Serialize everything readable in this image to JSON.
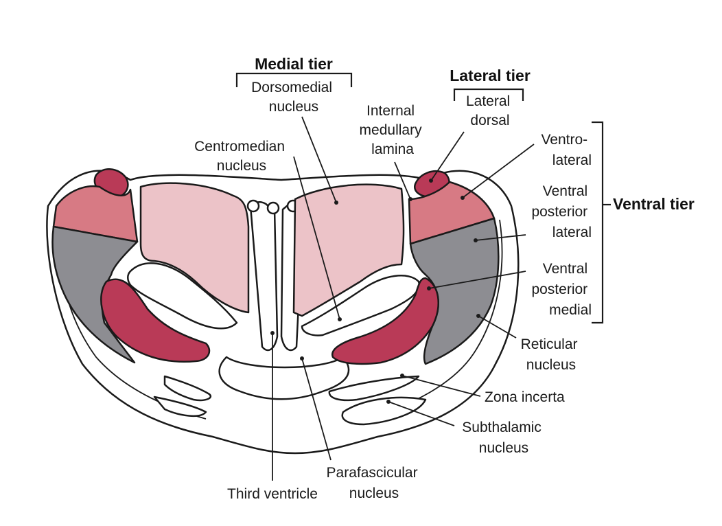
{
  "headers": {
    "medial": "Medial tier",
    "lateral": "Lateral tier",
    "ventral": "Ventral tier"
  },
  "labels": {
    "dorsomedial": [
      "Dorsomedial",
      "nucleus"
    ],
    "lateral_dorsal": [
      "Lateral",
      "dorsal"
    ],
    "internal_lamina": [
      "Internal",
      "medullary",
      "lamina"
    ],
    "centromedian": [
      "Centromedian",
      "nucleus"
    ],
    "ventrolateral": [
      "Ventro-",
      "lateral"
    ],
    "vpl": [
      "Ventral",
      "posterior",
      "lateral"
    ],
    "vpm": [
      "Ventral",
      "posterior",
      "medial"
    ],
    "reticular": [
      "Reticular",
      "nucleus"
    ],
    "zona_incerta": [
      "Zona incerta"
    ],
    "subthalamic": [
      "Subthalamic",
      "nucleus"
    ],
    "parafascicular": [
      "Parafascicular",
      "nucleus"
    ],
    "third_ventricle": [
      "Third ventricle"
    ]
  },
  "colors": {
    "pale_pink": "#ecc3c8",
    "light_red": "#d77a84",
    "crimson": "#b93a57",
    "gray": "#8d8d92",
    "outline": "#1a1a1a",
    "background": "#ffffff"
  }
}
